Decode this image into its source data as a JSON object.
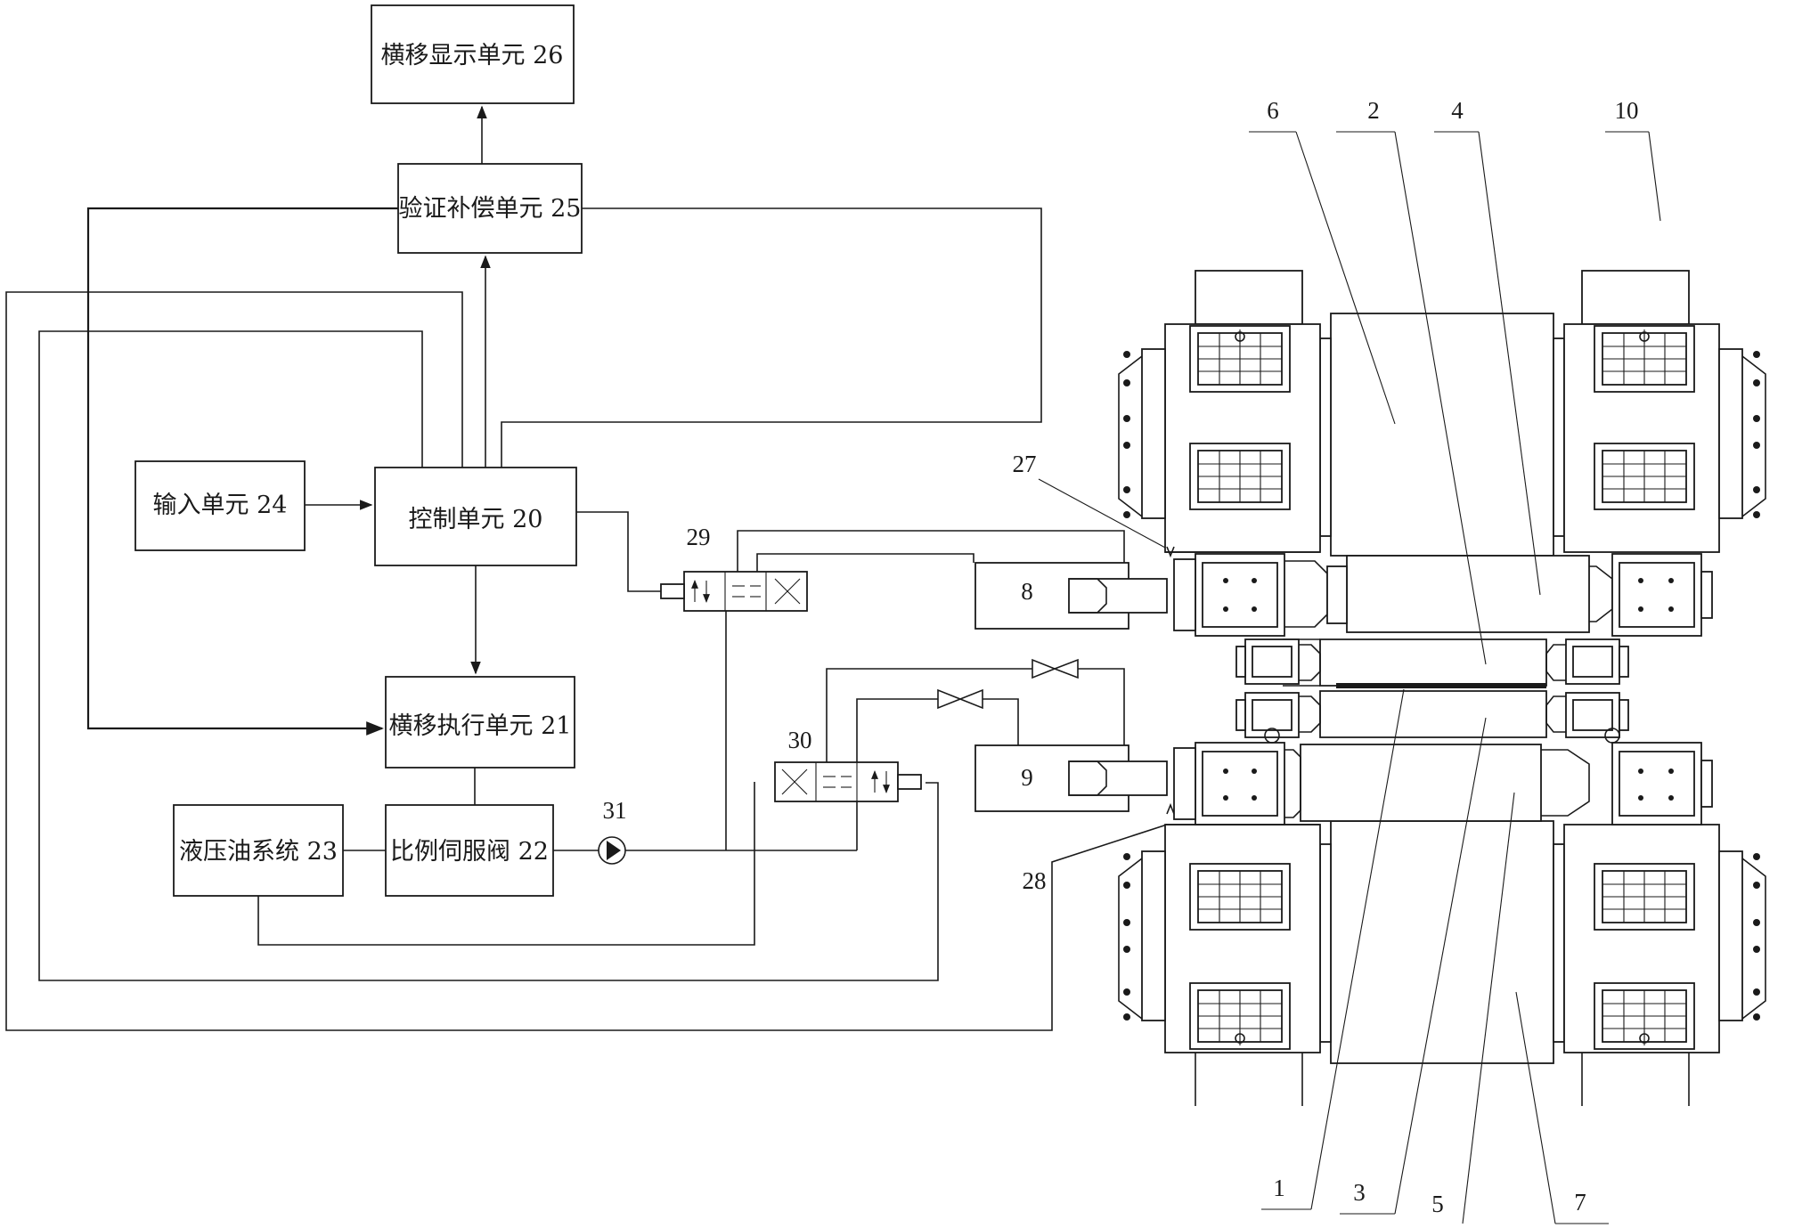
{
  "units": {
    "display": "横移显示单元 26",
    "verify": "验证补偿单元 25",
    "input": "输入单元 24",
    "control": "控制单元 20",
    "execute": "横移执行单元 21",
    "hydraulic": "液压油系统 23",
    "servo": "比例伺服阀 22"
  },
  "valves": {
    "v29": "29",
    "v30": "30",
    "pump31": "31"
  },
  "cylinders": {
    "c8": "8",
    "c9": "9"
  },
  "sensors": {
    "s27": "27",
    "s28": "28"
  },
  "rolls": {
    "r1": "1",
    "r2": "2",
    "r3": "3",
    "r4": "4",
    "r5": "5",
    "r6": "6",
    "r7": "7",
    "r10": "10"
  }
}
